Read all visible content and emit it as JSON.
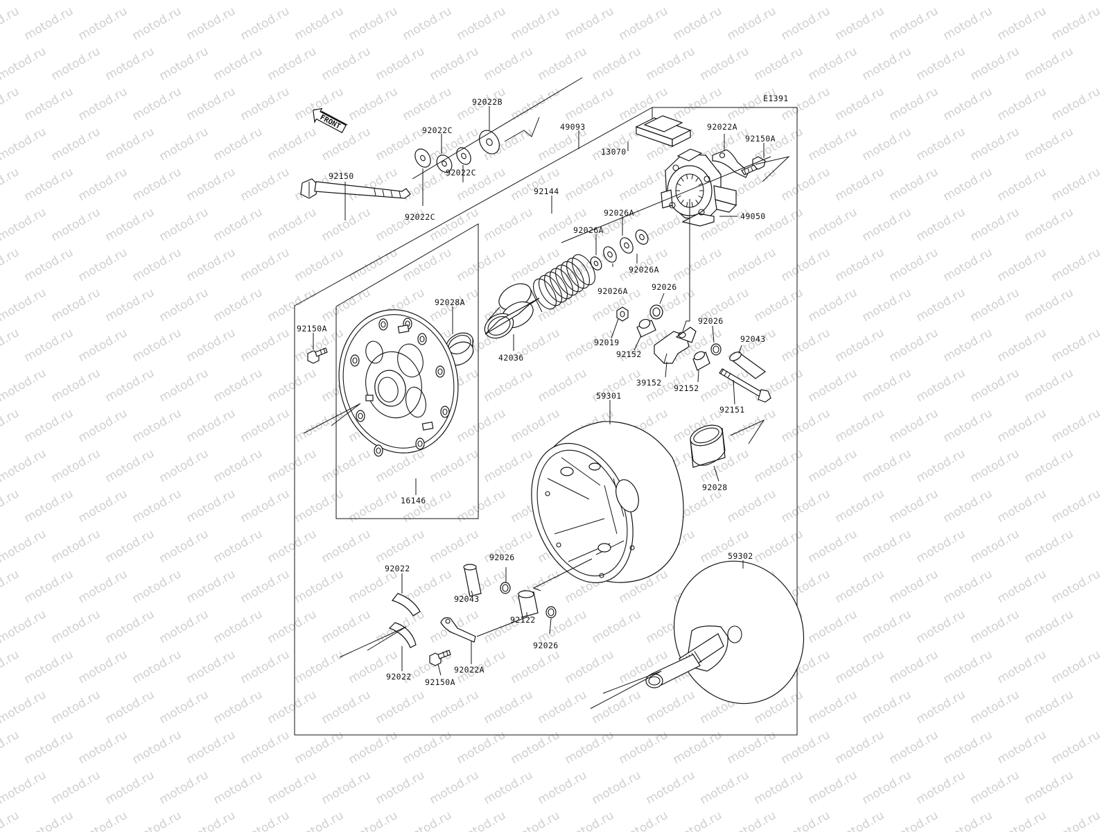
{
  "diagram": {
    "code": "E1391",
    "direction_label": "FRONT",
    "watermark": "motod.ru",
    "labels": {
      "p92022B": "92022B",
      "p49093": "49093",
      "p92022C_a": "92022C",
      "p92022C_b": "92022C",
      "p92022C_c": "92022C",
      "p92150": "92150",
      "p13070": "13070",
      "p92022A_top": "92022A",
      "p92150A_top": "92150A",
      "p49050": "49050",
      "p92026A_a": "92026A",
      "p92026A_b": "92026A",
      "p92026A_c": "92026A",
      "p92026A_d": "92026A",
      "p92144": "92144",
      "p92028A": "92028A",
      "p42036": "42036",
      "p92150A_left": "92150A",
      "p92026_a": "92026",
      "p92019": "92019",
      "p92152_a": "92152",
      "p92026_b": "92026",
      "p92043_a": "92043",
      "p39152": "39152",
      "p92152_b": "92152",
      "p92151": "92151",
      "p59301": "59301",
      "p92028": "92028",
      "p16146": "16146",
      "p59302": "59302",
      "p92022_a": "92022",
      "p92026_c": "92026",
      "p92043_b": "92043",
      "p92122": "92122",
      "p92026_d": "92026",
      "p92022_b": "92022",
      "p92022A_bot": "92022A",
      "p92150A_bot": "92150A"
    }
  }
}
